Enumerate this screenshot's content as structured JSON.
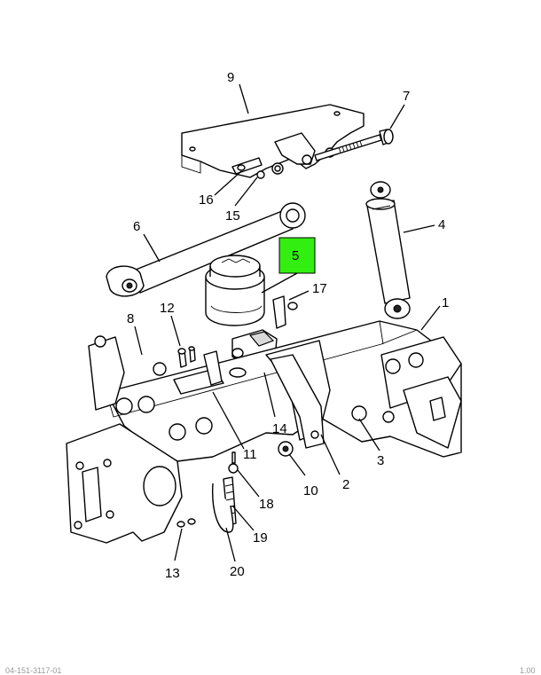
{
  "callouts": [
    {
      "id": "c1",
      "label": "1"
    },
    {
      "id": "c2",
      "label": "2"
    },
    {
      "id": "c3",
      "label": "3"
    },
    {
      "id": "c4",
      "label": "4"
    },
    {
      "id": "c5",
      "label": "5"
    },
    {
      "id": "c6",
      "label": "6"
    },
    {
      "id": "c7",
      "label": "7"
    },
    {
      "id": "c8",
      "label": "8"
    },
    {
      "id": "c9",
      "label": "9"
    },
    {
      "id": "c10",
      "label": "10"
    },
    {
      "id": "c11",
      "label": "11"
    },
    {
      "id": "c12",
      "label": "12"
    },
    {
      "id": "c13",
      "label": "13"
    },
    {
      "id": "c14",
      "label": "14"
    },
    {
      "id": "c15",
      "label": "15"
    },
    {
      "id": "c16",
      "label": "16"
    },
    {
      "id": "c17",
      "label": "17"
    },
    {
      "id": "c18",
      "label": "18"
    },
    {
      "id": "c19",
      "label": "19"
    },
    {
      "id": "c20",
      "label": "20"
    }
  ],
  "highlight": {
    "label": "5",
    "color": "#33ee11"
  },
  "footer": {
    "left": "04-151-3117-01",
    "right": "1.00"
  }
}
